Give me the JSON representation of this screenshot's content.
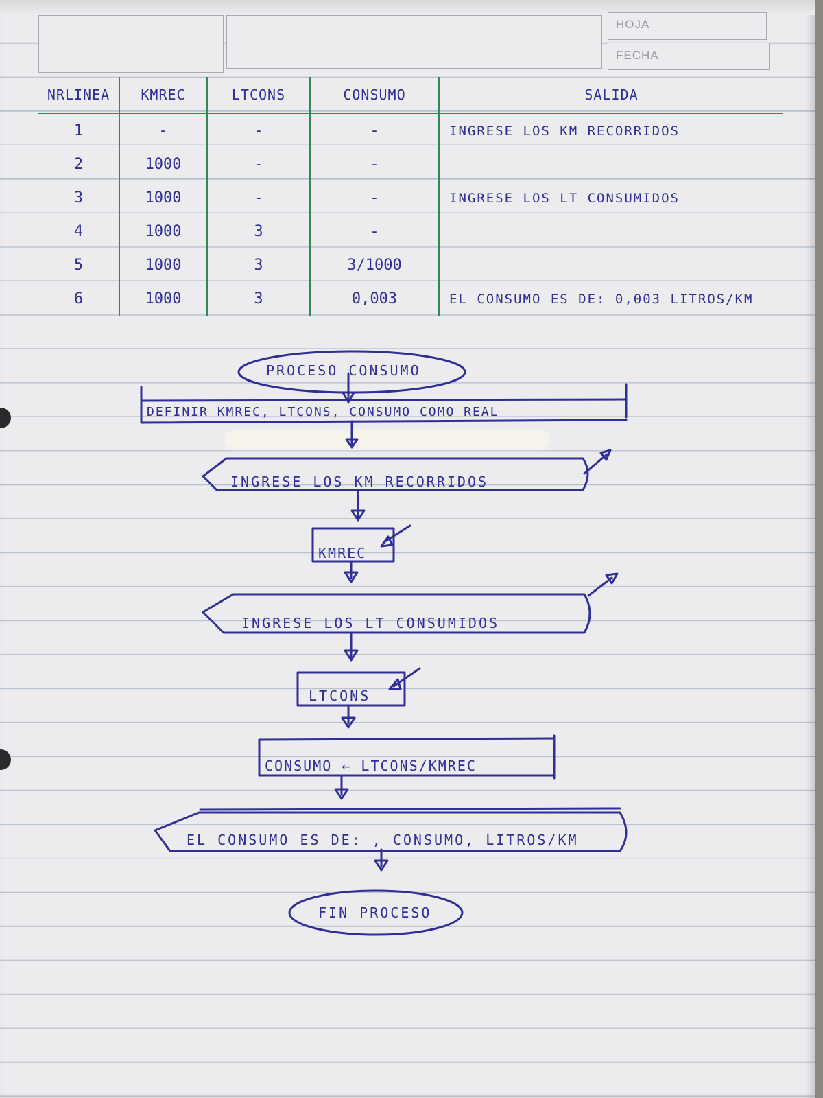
{
  "header": {
    "hoja_label": "HOJA",
    "fecha_label": "FECHA"
  },
  "trace_table": {
    "columns": [
      "NRLINEA",
      "KMREC",
      "LTCONS",
      "CONSUMO",
      "SALIDA"
    ],
    "rows": [
      [
        "1",
        "-",
        "-",
        "-",
        "INGRESE LOS KM RECORRIDOS"
      ],
      [
        "2",
        "1000",
        "-",
        "-",
        ""
      ],
      [
        "3",
        "1000",
        "-",
        "-",
        "INGRESE LOS LT CONSUMIDOS"
      ],
      [
        "4",
        "1000",
        "3",
        "-",
        ""
      ],
      [
        "5",
        "1000",
        "3",
        "3/1000",
        ""
      ],
      [
        "6",
        "1000",
        "3",
        "0,003",
        "EL CONSUMO ES DE: 0,003 LITROS/KM"
      ]
    ]
  },
  "flowchart": {
    "start": "PROCESO CONSUMO",
    "define": "DEFINIR KMREC, LTCONS, CONSUMO COMO REAL",
    "output_1": "INGRESE LOS KM RECORRIDOS",
    "input_1": "KMREC",
    "output_2": "INGRESE LOS LT CONSUMIDOS",
    "input_2": "LTCONS",
    "assign": "CONSUMO ← LTCONS/KMREC",
    "output_3": "EL CONSUMO ES DE: , CONSUMO, LITROS/KM",
    "end": "FIN PROCESO"
  },
  "colors": {
    "ink": "#2f2f95",
    "table_lines": "#2f8a5a",
    "paper": "#ecebee",
    "rules": "#b9c2cf"
  }
}
